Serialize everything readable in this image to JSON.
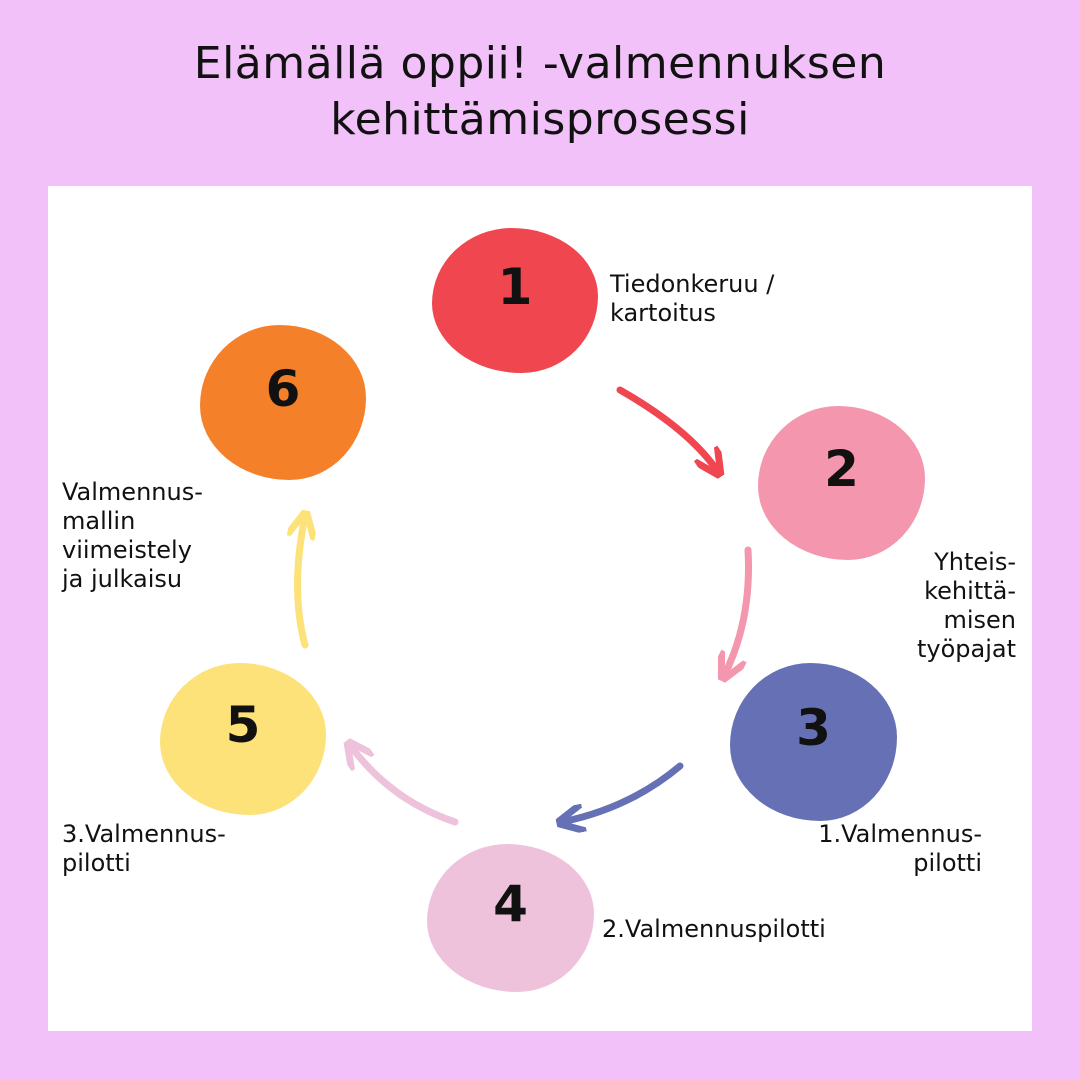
{
  "title": {
    "line1": "Elämällä oppii! -valmennuksen",
    "line2": "kehittämisprosessi"
  },
  "steps": [
    {
      "number": "1",
      "label": "Tiedonkeruu /\nkartoitus",
      "color": "#ef464f"
    },
    {
      "number": "2",
      "label": "Yhteis-\nkehittä-\nmisen\ntyöpajat ",
      "color": "#f496ad"
    },
    {
      "number": "3",
      "label": "1.Valmennus-\npilotti",
      "color": "#6670b4"
    },
    {
      "number": "4",
      "label": "2.Valmennuspilotti",
      "color": "#efc2dc"
    },
    {
      "number": "5",
      "label": "3.Valmennus-\npilotti",
      "color": "#fde27a"
    },
    {
      "number": "6",
      "label": "Valmennus-\nmallin\nviimeistely\nja julkaisu",
      "color": "#f5802a"
    }
  ],
  "background_color": "#f2c1f9"
}
